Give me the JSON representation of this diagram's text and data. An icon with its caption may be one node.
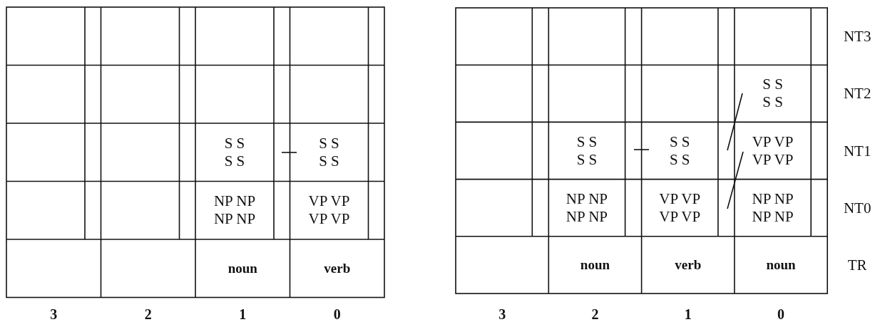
{
  "diagram": {
    "labels": [
      "S S S S",
      "S S S S",
      "NP NP NP NP",
      "VP VP VP VP",
      "noun",
      "verb",
      "3",
      "2",
      "1",
      "0",
      "NT3",
      "S S S S",
      "NT2",
      "S S S S",
      "S S S S",
      "VP VP VP VP",
      "NT1",
      "NP NP NP NP",
      "VP VP VP VP",
      "NP NP NP NP",
      "NT0",
      "noun",
      "verb",
      "noun",
      "TR",
      "3",
      "2",
      "1",
      "0"
    ]
  }
}
